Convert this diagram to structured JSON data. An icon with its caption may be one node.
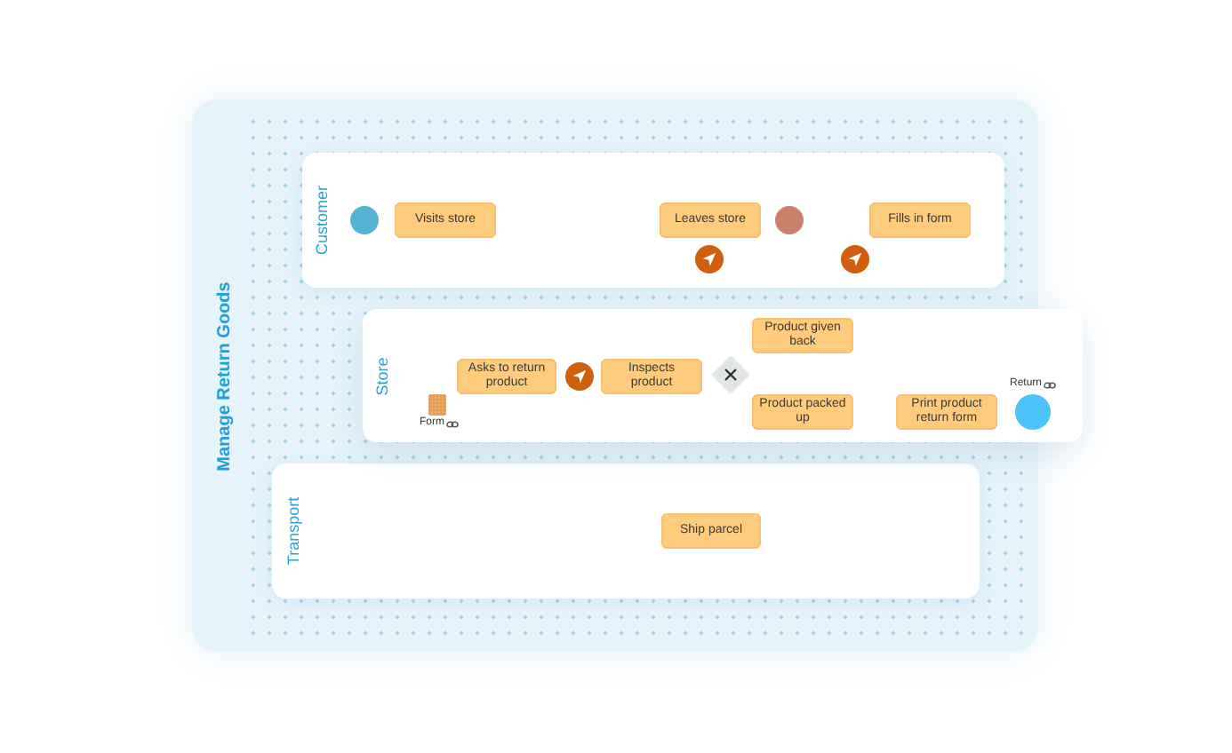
{
  "diagram": {
    "nodes": [
      {
        "text": [
          "Manage Return Goods"
        ]
      },
      {
        "text": [
          "Customer"
        ],
        "in": 0
      },
      {
        "text": [],
        "shape": "circle",
        "in": 1
      },
      {
        "text": [
          "Visits store"
        ],
        "in": 1
      },
      {
        "text": [
          "Leaves store"
        ],
        "in": 1
      },
      {
        "text": [],
        "shape": "circle",
        "in": 1
      },
      {
        "text": [
          "Fills in form"
        ],
        "in": 1
      },
      {
        "text": [],
        "shape": "circle",
        "in": 1
      },
      {
        "text": [],
        "shape": "circle",
        "in": 1
      },
      {
        "text": [
          "Store"
        ]
      },
      {
        "text": [
          "Asks to return product"
        ],
        "in": 9
      },
      {
        "text": [],
        "shape": "circle",
        "in": 9
      },
      {
        "text": [
          "Inspects product"
        ],
        "in": 9
      },
      {
        "text": [],
        "shape": "diamond",
        "in": 9
      },
      {
        "text": [
          "Product given back"
        ],
        "in": 9
      },
      {
        "text": [
          "Product packed up"
        ],
        "in": 9
      },
      {
        "text": [
          "Print product return form"
        ],
        "in": 9
      },
      {
        "text": [],
        "shape": "box",
        "in": 9,
        "beside": [
          "Form"
        ]
      },
      {
        "text": [],
        "shape": "circle",
        "in": 9,
        "beside": [
          "Return"
        ]
      },
      {
        "text": [
          "Transport"
        ],
        "in": 0
      },
      {
        "text": [
          "Ship parcel"
        ],
        "in": 19
      }
    ]
  }
}
